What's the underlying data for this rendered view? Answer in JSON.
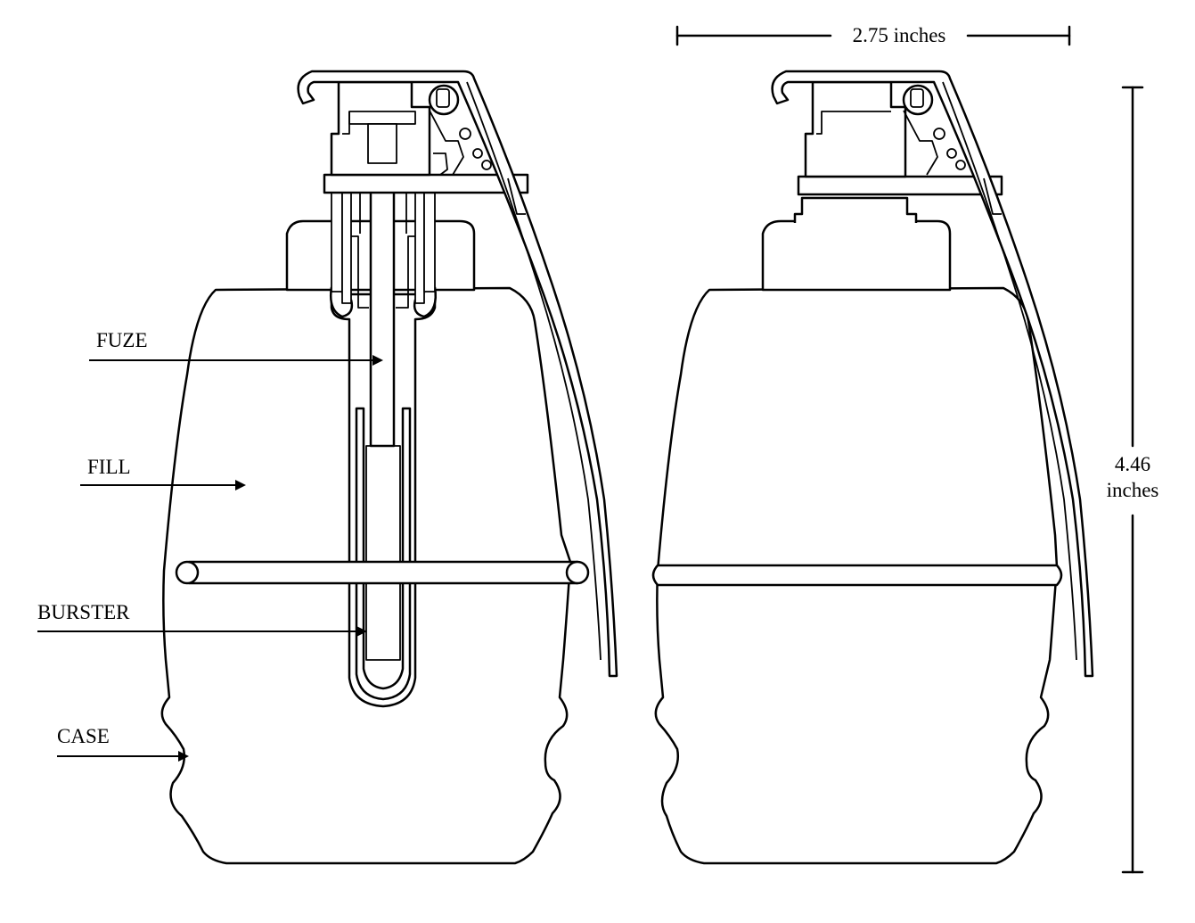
{
  "labels": {
    "fuze": "FUZE",
    "fill": "FILL",
    "burster": "BURSTER",
    "case": "CASE"
  },
  "dimensions": {
    "width_label": "2.75 inches",
    "height_value": "4.46",
    "height_unit": "inches"
  },
  "colors": {
    "ink": "#000000",
    "paper": "#ffffff"
  }
}
